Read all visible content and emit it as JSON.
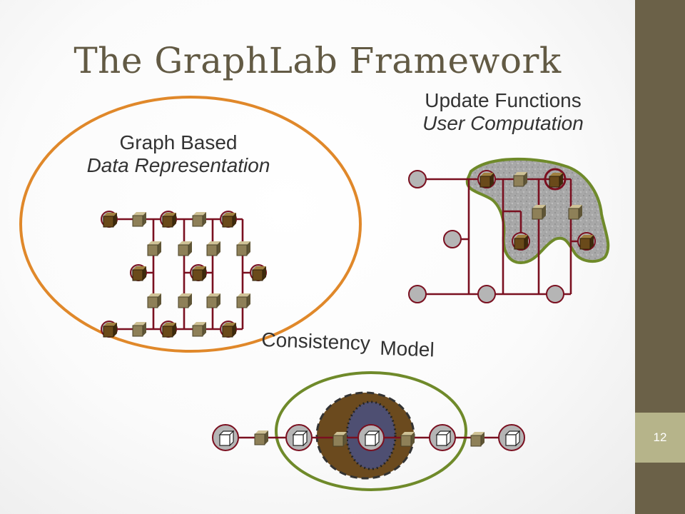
{
  "slide": {
    "title": "The GraphLab Framework",
    "page_number": "12"
  },
  "graph_section": {
    "heading": "Graph Based",
    "subheading": "Data Representation"
  },
  "update_section": {
    "heading": "Update Functions",
    "subheading": "User Computation"
  },
  "consistency_section": {
    "label_part1": "Consistency",
    "label_part2": "Model"
  },
  "colors": {
    "sidebar": "#6b6148",
    "accent": "#b6b48a",
    "title": "#625a44",
    "edge": "#7a1020",
    "cube_dark": "#5a3c14",
    "cube_light": "#8a7b52",
    "orange_ring": "#e0882a",
    "green_ring": "#6f8a2a",
    "brown_fill": "#6b4a1e",
    "blue_fill": "#4e4f72"
  }
}
